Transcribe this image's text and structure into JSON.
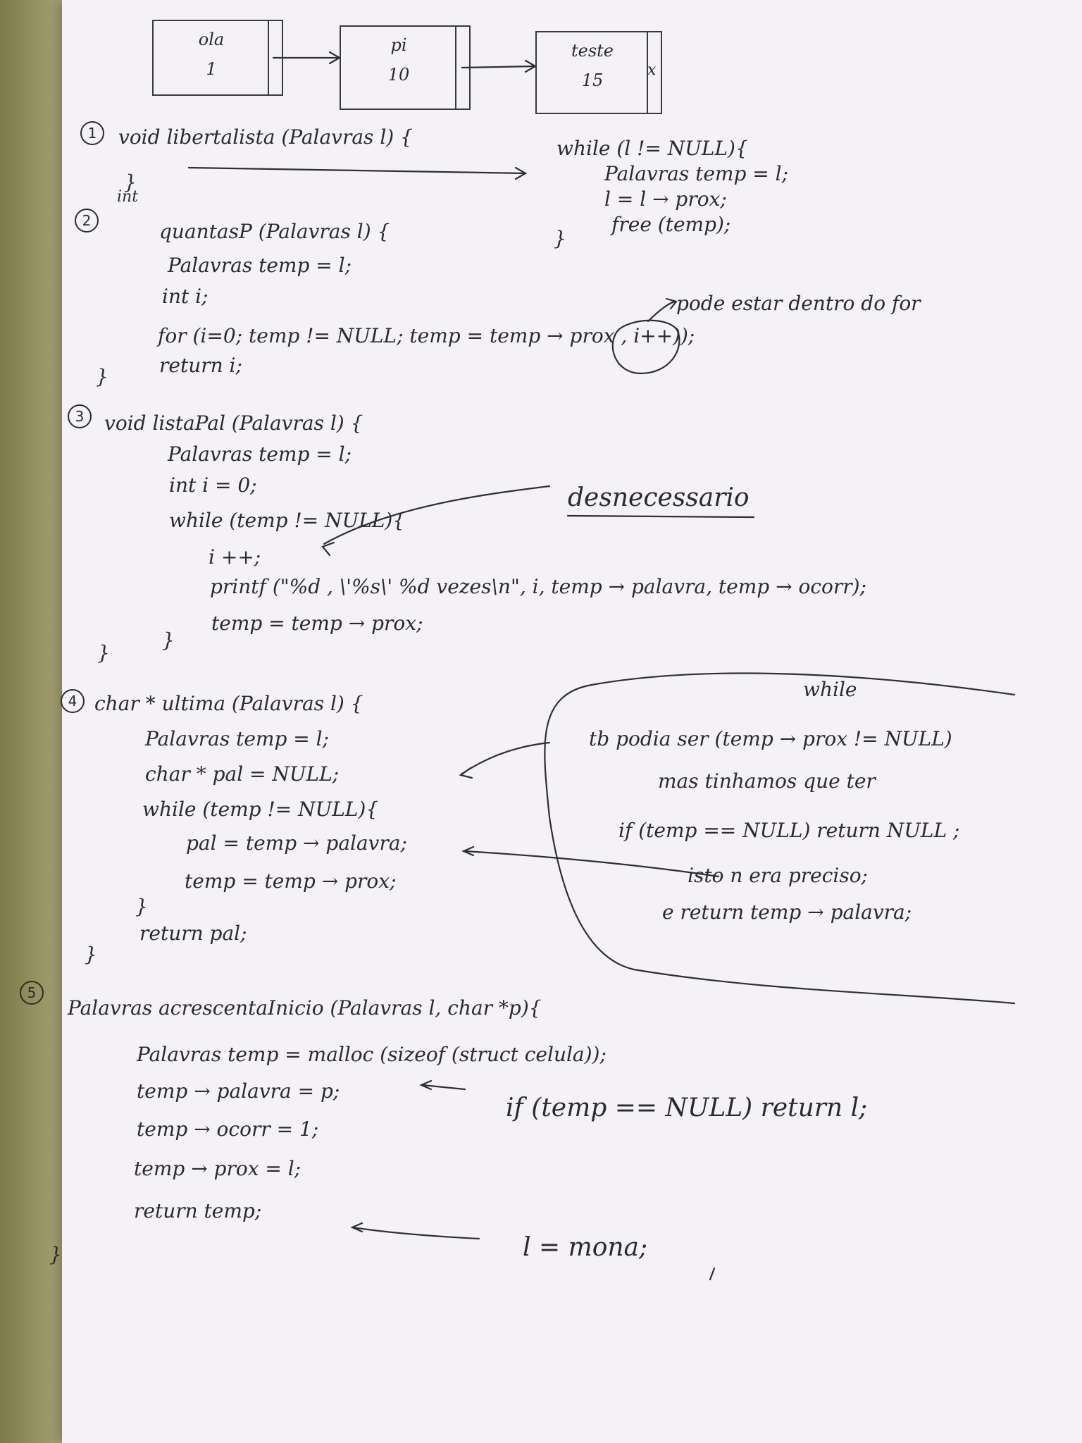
{
  "diagram": {
    "nodes": [
      {
        "word": "ola",
        "count": "1"
      },
      {
        "word": "pi",
        "count": "10"
      },
      {
        "word": "teste",
        "count": "15"
      }
    ],
    "null_mark": "x"
  },
  "sections": {
    "s1": {
      "num": "1",
      "header": "void libertalista (Palavras l) {",
      "close": "}",
      "body": [
        "while (l != NULL){",
        "Palavras temp = l;",
        "l = l → prox;",
        "free (temp);"
      ],
      "body_close": "}"
    },
    "s2": {
      "num": "2",
      "type_fix": "int",
      "header": "quantasP (Palavras l) {",
      "lines": [
        "Palavras temp = l;",
        "int i;",
        "for (i=0; temp != NULL; temp = temp → prox , i++));",
        "return i;"
      ],
      "close": "}",
      "note": "pode estar dentro do for"
    },
    "s3": {
      "num": "3",
      "header": "void listaPal (Palavras l) {",
      "lines": [
        "Palavras temp = l;",
        "int i = 0;",
        "while (temp != NULL){",
        "i ++;",
        "printf (\"%d , \\'%s\\' %d vezes\\n\", i, temp → palavra, temp → ocorr);",
        "temp = temp → prox;"
      ],
      "inner_close": "}",
      "close": "}",
      "note": "desnecessario"
    },
    "s4": {
      "num": "4",
      "header": "char * ultima (Palavras l) {",
      "lines": [
        "Palavras temp = l;",
        "char * pal = NULL;",
        "while (temp != NULL){",
        "pal = temp → palavra;",
        "temp = temp → prox;"
      ],
      "inner_close": "}",
      "return_line": "return pal;",
      "close": "}",
      "note": [
        "while",
        "tb podia ser (temp → prox != NULL)",
        "mas tinhamos que ter",
        "if (temp == NULL) return NULL ;",
        "isto n era preciso;",
        "e return temp → palavra;"
      ]
    },
    "s5": {
      "num": "5",
      "header": "Palavras acrescentaInicio (Palavras l, char *p){",
      "lines": [
        "Palavras temp = malloc (sizeof (struct celula));",
        "temp → palavra = p;",
        "temp → ocorr = 1;",
        "temp → prox = l;",
        "return temp;"
      ],
      "close": "}",
      "note_if": "if (temp == NULL) return l;",
      "note_l": "l = mona;"
    }
  }
}
